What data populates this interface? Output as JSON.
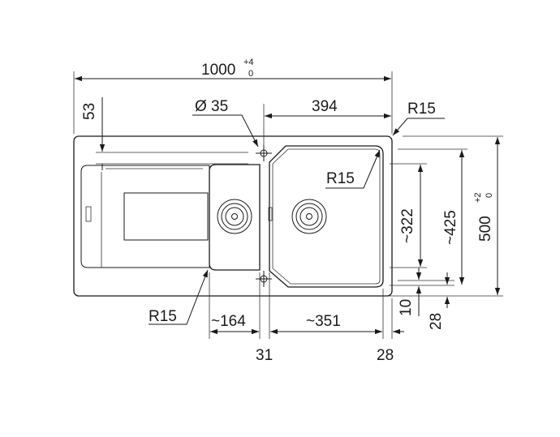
{
  "dimensions": {
    "overall_width": "1000",
    "overall_width_tol_upper": "+4",
    "overall_width_tol_lower": "0",
    "depth": "500",
    "depth_tol_upper": "+2",
    "depth_tol_lower": "0",
    "offset_top": "53",
    "tap_hole": "Ø 35",
    "bowl_width_top": "394",
    "corner_radius_outer": "R15",
    "corner_radius_bowl": "R15",
    "corner_radius_drainer": "R15",
    "bowl_depth": "~322",
    "inner_depth": "~425",
    "small_bowl_width": "~164",
    "large_bowl_width": "~351",
    "bowl_gap": "31",
    "edge_right": "28",
    "edge_bottom_small": "10",
    "edge_bottom": "28"
  }
}
